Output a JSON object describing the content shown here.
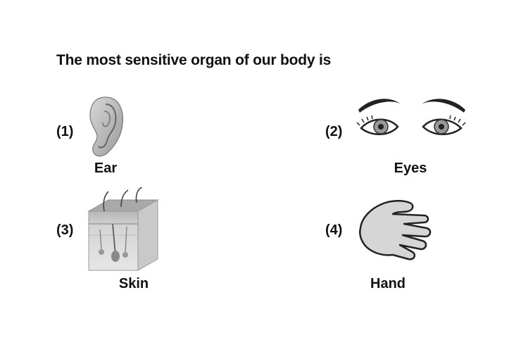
{
  "question": "The most sensitive organ of our body is",
  "options": [
    {
      "number": "(1)",
      "label": "Ear",
      "icon": "ear-icon"
    },
    {
      "number": "(2)",
      "label": "Eyes",
      "icon": "eyes-icon"
    },
    {
      "number": "(3)",
      "label": "Skin",
      "icon": "skin-icon"
    },
    {
      "number": "(4)",
      "label": "Hand",
      "icon": "hand-icon"
    }
  ]
}
